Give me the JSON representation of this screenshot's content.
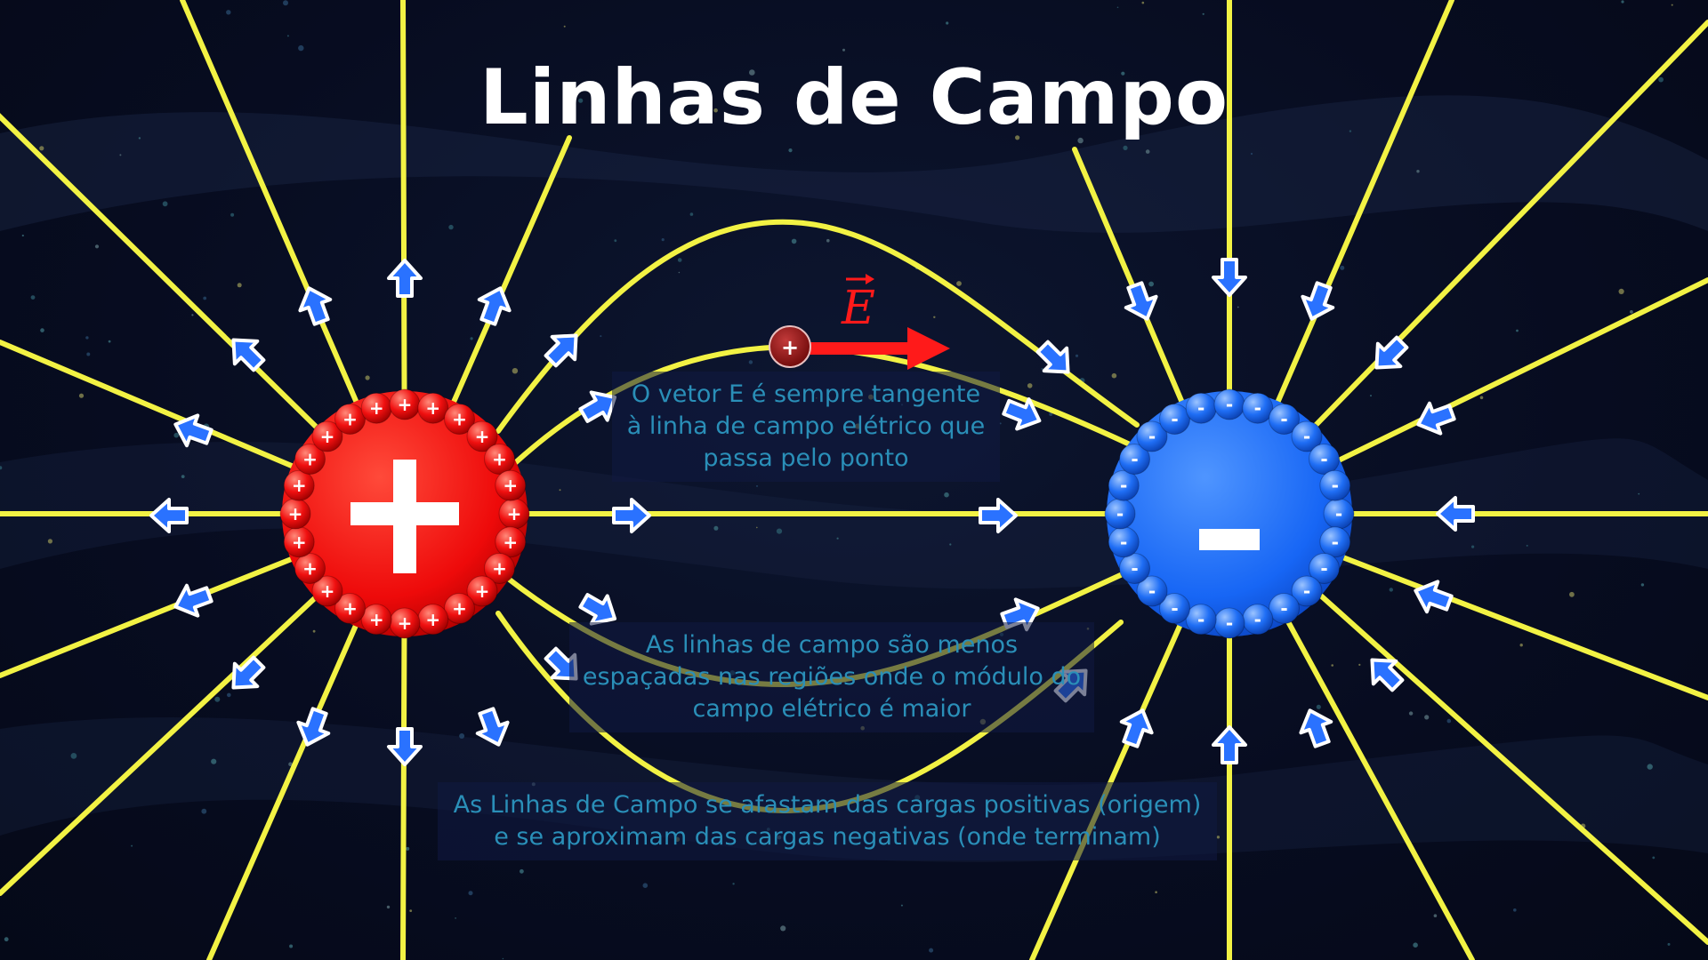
{
  "title": "Linhas de Campo",
  "positive_charge": {
    "symbol": "+",
    "surface_symbol": "+",
    "color": "#ff0d0d"
  },
  "negative_charge": {
    "symbol": "-",
    "surface_symbol": "-",
    "color": "#1a6dff"
  },
  "test_charge": {
    "symbol": "+"
  },
  "field_vector": {
    "label": "E",
    "color": "#ff1a1a"
  },
  "notes": {
    "tangent": "O vetor E é sempre tangente à linha de campo elétrico que passa pelo ponto",
    "density": "As linhas de campo são menos espaçadas nas regiões onde o módulo do campo elétrico é maior",
    "direction": "As Linhas de Campo se afastam das cargas positivas (origem) e se aproximam das cargas negativas (onde terminam)"
  },
  "colors": {
    "field_line": "#f2f244",
    "arrow_fill": "#2a72ff",
    "arrow_stroke": "#ffffff",
    "background": "#070c20"
  }
}
